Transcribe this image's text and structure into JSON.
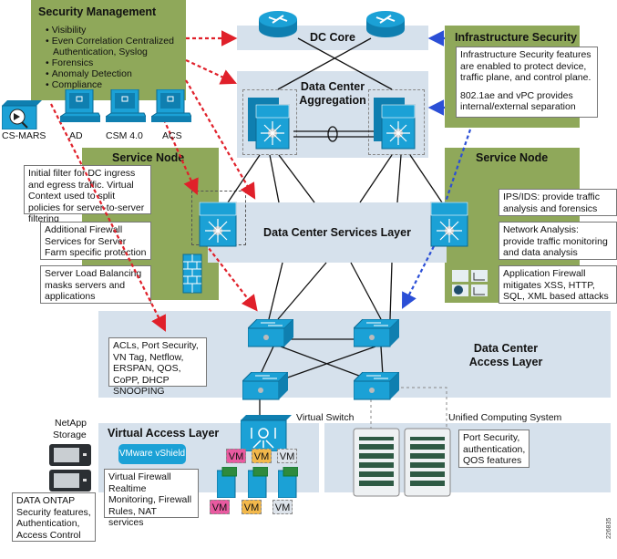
{
  "colors": {
    "panel_green": "#8fa85a",
    "layer_blue": "#d6e1ec",
    "device_blue": "#1ba1d6",
    "arrow_red": "#e0202a",
    "arrow_blue": "#2b4fd6",
    "vm_pink": "#e85aa0",
    "vm_orange": "#f2b84b",
    "vm_grey": "#dde3ea"
  },
  "security_management": {
    "title": "Security Management",
    "bullets": [
      "Visibility",
      "Even Correlation Centralized Authentication, Syslog",
      "Forensics",
      "Anomaly Detection",
      "Compliance"
    ],
    "devices": [
      {
        "label": "CS-MARS",
        "icon": "cs-mars-appliance-icon"
      },
      {
        "label": "AD",
        "icon": "workstation-icon"
      },
      {
        "label": "CSM 4.0",
        "icon": "workstation-icon"
      },
      {
        "label": "ACS",
        "icon": "workstation-icon"
      }
    ]
  },
  "infrastructure_security": {
    "title": "Infrastructure Security",
    "note_line1": "Infrastructure Security features are enabled to protect device, traffic plane, and control plane.",
    "note_line2": "802.1ae and vPC  provides internal/external separation"
  },
  "layers": {
    "dc_core": "DC Core",
    "aggregation": "Data Center Aggregation",
    "services": "Data Center Services Layer",
    "access": "Data Center Access Layer",
    "virtual_access": "Virtual Access Layer"
  },
  "service_node_left": {
    "title": "Service Node",
    "notes": [
      "Initial filter for DC ingress and egress traffic. Virtual Context used to split policies for server-to-server filtering",
      "Additional Firewall Services for Server Farm specific protection",
      "Server Load Balancing masks servers and applications"
    ]
  },
  "service_node_right": {
    "title": "Service Node",
    "notes": [
      "IPS/IDS: provide traffic analysis and forensics",
      "Network Analysis: provide traffic monitoring and data analysis",
      "Application Firewall mitigates XSS, HTTP, SQL, XML based attacks"
    ]
  },
  "access_note": "ACLs, Port Security, VN Tag, Netflow, ERSPAN, QOS, CoPP, DHCP SNOOPING",
  "virtual_switch_label": "Virtual Switch",
  "ucs": {
    "label": "Unified Computing System",
    "note": "Port Security, authentication, QOS features"
  },
  "netapp": {
    "label_line1": "NetApp",
    "label_line2": "Storage",
    "note": "DATA ONTAP Security features, Authentication, Access Control"
  },
  "vshield": {
    "button": "VMware vShield",
    "note": "Virtual Firewall Realtime Monitoring, Firewall Rules, NAT services"
  },
  "vm_label": "VM",
  "figure_id": "226835"
}
